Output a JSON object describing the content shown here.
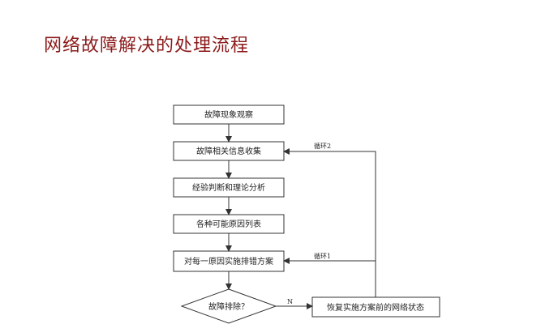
{
  "title": "网络故障解决的处理流程",
  "nodes": {
    "observe": "故障现象观察",
    "collect": "故障相关信息收集",
    "analyze": "经验判断和理论分析",
    "list": "各种可能原因列表",
    "plan": "对每一原因实施排错方案",
    "decision": "故障排除？",
    "restore": "恢复实施方案前的网络状态"
  },
  "labels": {
    "loop2": "循环2",
    "loop1": "循环1",
    "no": "N"
  }
}
